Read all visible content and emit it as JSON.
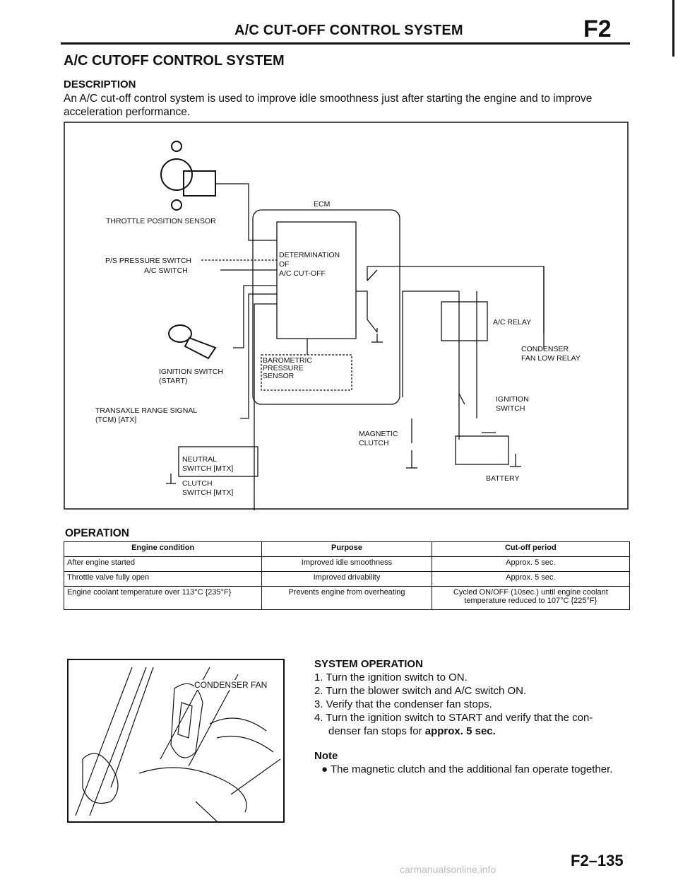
{
  "header": {
    "title": "A/C CUT-OFF CONTROL SYSTEM",
    "section_code": "F2"
  },
  "section_title": "A/C CUTOFF CONTROL SYSTEM",
  "description": {
    "heading": "DESCRIPTION",
    "text": "An A/C cut-off control system is used to improve idle smoothness just after starting the engine and to improve acceleration performance."
  },
  "diagram": {
    "labels": {
      "tps": "THROTTLE POSITION SENSOR",
      "ecm": "ECM",
      "ps_switch": "P/S PRESSURE SWITCH",
      "ac_switch": "A/C SWITCH",
      "det1": "DETERMINATION",
      "det2": "OF",
      "det3": "A/C CUT-OFF",
      "ac_relay": "A/C RELAY",
      "cond1": "CONDENSER",
      "cond2": "FAN LOW RELAY",
      "baro1": "BAROMETRIC",
      "baro2": "PRESSURE",
      "baro3": "SENSOR",
      "ign1": "IGNITION SWITCH",
      "ign2": "(START)",
      "trans1": "TRANSAXLE RANGE SIGNAL",
      "trans2": "(TCM) [ATX]",
      "ignsw1": "IGNITION",
      "ignsw2": "SWITCH",
      "mag1": "MAGNETIC",
      "mag2": "CLUTCH",
      "neutral1": "NEUTRAL",
      "neutral2": "SWITCH [MTX]",
      "clutch1": "CLUTCH",
      "clutch2": "SWITCH [MTX]",
      "battery": "BATTERY"
    }
  },
  "operation": {
    "heading": "OPERATION",
    "columns": [
      "Engine condition",
      "Purpose",
      "Cut-off period"
    ],
    "rows": [
      [
        "After engine started",
        "Improved idle smoothness",
        "Approx. 5 sec."
      ],
      [
        "Throttle valve fully open",
        "Improved drivability",
        "Approx. 5 sec."
      ],
      [
        "Engine coolant temperature over 113°C {235°F}",
        "Prevents engine from overheating",
        "Cycled ON/OFF (10sec.) until engine coolant temperature reduced to 107°C {225°F}"
      ]
    ]
  },
  "photo": {
    "label": "CONDENSER FAN"
  },
  "system_operation": {
    "heading": "SYSTEM OPERATION",
    "steps": [
      "1. Turn the ignition switch to ON.",
      "2. Turn the blower switch and A/C switch ON.",
      "3. Verify that the condenser fan stops."
    ],
    "step4_a": "4. Turn the ignition switch to START and verify that the con-",
    "step4_b": "denser fan stops for ",
    "step4_bold": "approx. 5 sec.",
    "note_heading": "Note",
    "note_text": "● The magnetic clutch and the additional fan operate together."
  },
  "page_number": "F2–135",
  "watermark": "carmanualsonline.info"
}
